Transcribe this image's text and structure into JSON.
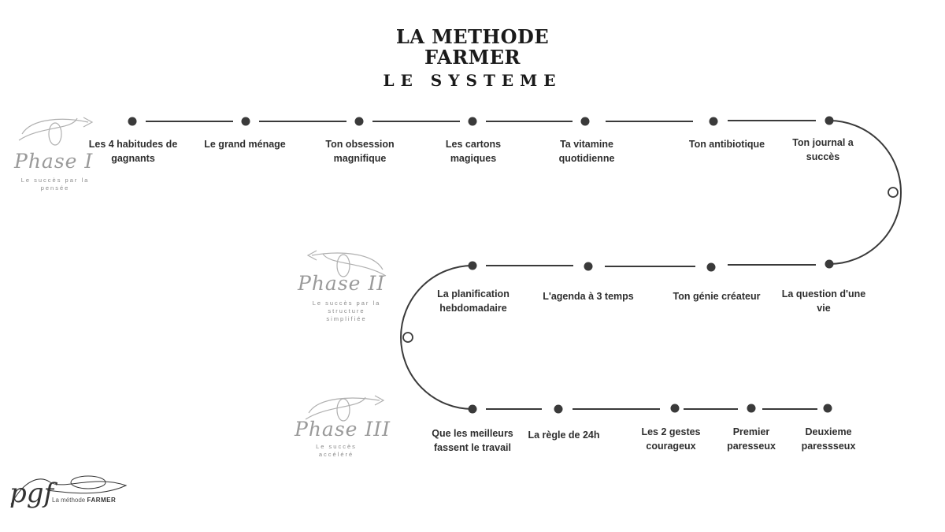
{
  "header": {
    "title_line1": "LA METHODE",
    "title_line2": "FARMER",
    "title_line3": "LE SYSTEME"
  },
  "phases": [
    {
      "title": "Phase I",
      "subtitle_1": "Le succès par la",
      "subtitle_2": "pensée"
    },
    {
      "title": "Phase II",
      "subtitle_1": "Le succès par la",
      "subtitle_2": "structure",
      "subtitle_3": "simplifiée"
    },
    {
      "title": "Phase III",
      "subtitle_1": "Le succès",
      "subtitle_2": "accéléré"
    }
  ],
  "steps_row1": [
    {
      "line1": "Les 4 habitudes de",
      "line2": "gagnants"
    },
    {
      "line1": "Le grand ménage",
      "line2": ""
    },
    {
      "line1": "Ton obsession",
      "line2": "magnifique"
    },
    {
      "line1": "Les cartons",
      "line2": "magiques"
    },
    {
      "line1": "Ta vitamine",
      "line2": "quotidienne"
    },
    {
      "line1": "Ton antibiotique",
      "line2": ""
    },
    {
      "line1": "Ton journal a",
      "line2": "succès"
    }
  ],
  "steps_row2": [
    {
      "line1": "La planification",
      "line2": "hebdomadaire"
    },
    {
      "line1": "L'agenda à 3 temps",
      "line2": ""
    },
    {
      "line1": "Ton génie créateur",
      "line2": ""
    },
    {
      "line1": "La question d'une",
      "line2": "vie"
    }
  ],
  "steps_row3": [
    {
      "line1": "Que les meilleurs",
      "line2": "fassent le travail"
    },
    {
      "line1": "La règle de 24h",
      "line2": ""
    },
    {
      "line1": "Les 2 gestes",
      "line2": "courageux"
    },
    {
      "line1": "Premier",
      "line2": "paresseux"
    },
    {
      "line1": "Deuxieme",
      "line2": "paressseux"
    }
  ],
  "logo": {
    "monogram": "pgf",
    "text_prefix": "La méthode",
    "text_brand": "FARMER"
  },
  "colors": {
    "line": "#3a3a3a",
    "dot": "#3a3a3a",
    "phase": "#9a9a9a"
  }
}
